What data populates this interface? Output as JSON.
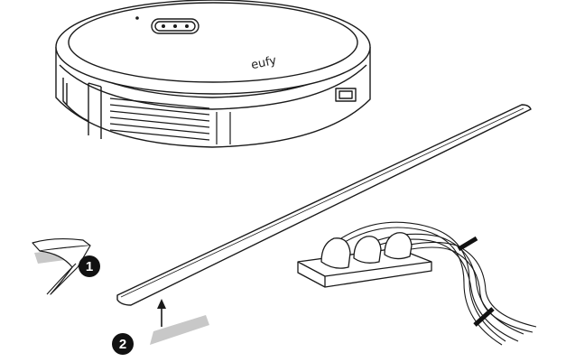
{
  "diagram": {
    "robot": {
      "brand_text": "eufy"
    },
    "steps": [
      {
        "number": "1"
      },
      {
        "number": "2"
      }
    ],
    "colors": {
      "outline": "#1a1a1a",
      "adhesive_tape": "#c8c8c8",
      "step_badge": "#111111"
    }
  }
}
